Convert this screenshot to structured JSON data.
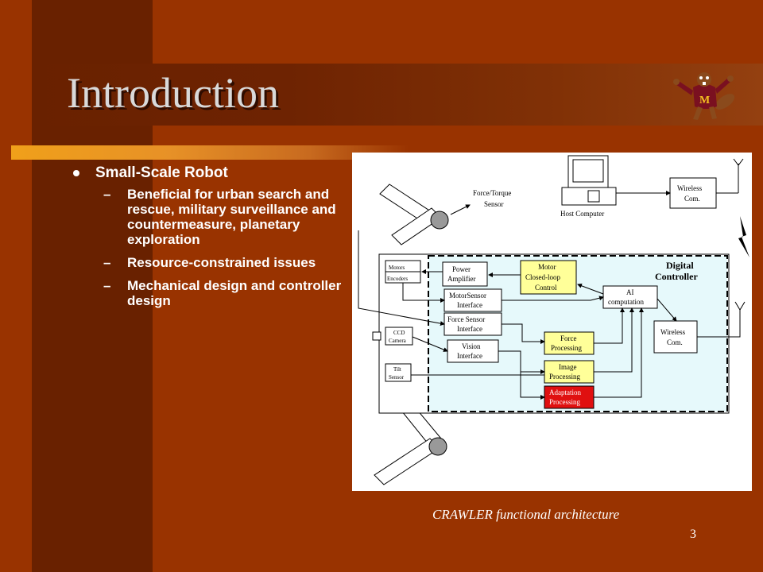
{
  "slide": {
    "title": "Introduction",
    "bullets": [
      {
        "text": "Small-Scale Robot",
        "subitems": [
          "Beneficial for urban search and rescue, military surveillance and countermeasure, planetary exploration",
          "Resource-constrained issues",
          "Mechanical design and controller design"
        ]
      }
    ],
    "caption": "CRAWLER  functional architecture",
    "page_number": "3"
  },
  "diagram": {
    "force_torque_sensor": [
      "Force/Torque",
      "Sensor"
    ],
    "host_computer": "Host Computer",
    "wireless_com_top": [
      "Wireless",
      "Com."
    ],
    "motors": "Motors",
    "encoders": "Encoders",
    "power_amplifier": [
      "Power",
      "Amplifier"
    ],
    "motor_control": [
      "Motor",
      "Closed-loop",
      "Control"
    ],
    "digital_controller": [
      "Digital",
      "Controller"
    ],
    "motorsensor_interface": [
      "MotorSensor",
      "Interface"
    ],
    "ai_computation": [
      "AI",
      "computation"
    ],
    "force_sensor_interface": [
      "Force Sensor",
      "Interface"
    ],
    "ccd_camera": [
      "CCD",
      "Camera"
    ],
    "force_processing": [
      "Force",
      "Processing"
    ],
    "wireless_com_inner": [
      "Wireless",
      "Com."
    ],
    "vision_interface": [
      "Vision",
      "Interface"
    ],
    "tilt_sensor": [
      "Tilt",
      "Sensor"
    ],
    "image_processing": [
      "Image",
      "Processing"
    ],
    "adaptation_processing": [
      "Adaptation",
      "Processing"
    ]
  },
  "colors": {
    "background": "#993300",
    "left_band": "#692100",
    "accent_rule": "#f0a01a",
    "title_text": "#d9d9d9",
    "diagram_panel": "#e6f9fb",
    "highlight_box": "#ffff99",
    "alert_box": "#e01010"
  }
}
